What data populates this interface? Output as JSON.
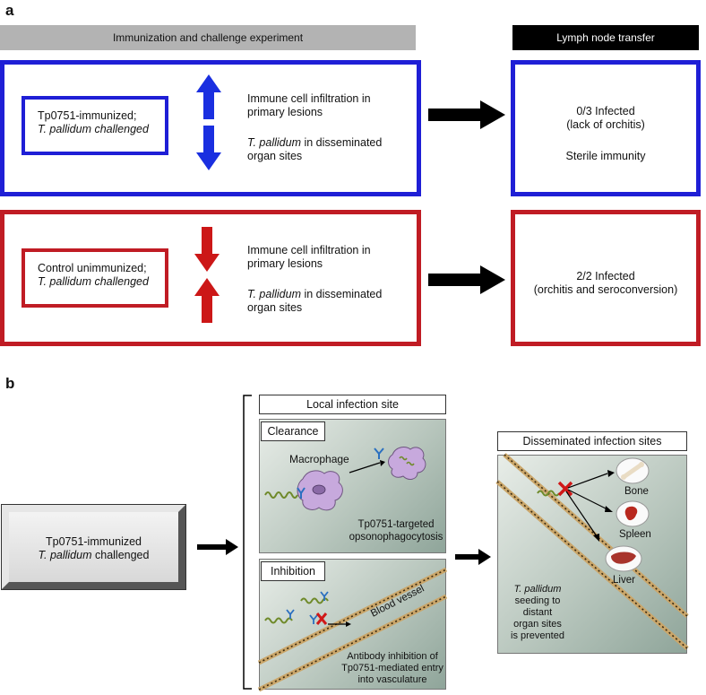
{
  "panel_a": {
    "letter": "a",
    "header_left": "Immunization and challenge experiment",
    "header_right": "Lymph node transfer",
    "row1": {
      "group_line1": "Tp0751-immunized;",
      "group_line2": "T. pallidum challenged",
      "effect1_line1": "Immune cell infiltration in",
      "effect1_line2": "primary lesions",
      "effect2_species": "T. pallidum",
      "effect2_rest": " in disseminated",
      "effect2_line2": "organ sites",
      "result_line1": "0/3 Infected",
      "result_line2": "(lack of orchitis)",
      "result_line3": "Sterile immunity",
      "color": "#1f1fd6"
    },
    "row2": {
      "group_line1": "Control unimmunized;",
      "group_line2": "T. pallidum challenged",
      "effect1_line1": "Immune cell infiltration in",
      "effect1_line2": "primary lesions",
      "effect2_species": "T. pallidum",
      "effect2_rest": " in disseminated",
      "effect2_line2": "organ sites",
      "result_line1": "2/2 Infected",
      "result_line2": "(orchitis and seroconversion)",
      "color": "#c01c24"
    }
  },
  "panel_b": {
    "letter": "b",
    "group_line1": "Tp0751-immunized",
    "group_line2": "T. pallidum",
    "group_line2_rest": " challenged",
    "local_header": "Local infection site",
    "clearance_label": "Clearance",
    "macrophage_label": "Macrophage",
    "opsono_line1": "Tp0751-targeted",
    "opsono_line2": "opsonophagocytosis",
    "inhibition_label": "Inhibition",
    "blood_vessel_label": "Blood vessel",
    "antibody_line1": "Antibody inhibition of",
    "antibody_line2": "Tp0751-mediated entry",
    "antibody_line3": "into vasculature",
    "dissem_header": "Disseminated infection sites",
    "organs": [
      "Bone",
      "Spleen",
      "Liver"
    ],
    "seeding_species": "T. pallidum",
    "seeding_line2": "seeding to",
    "seeding_line3": "distant",
    "seeding_line4": "organ sites",
    "seeding_line5": "is prevented"
  }
}
